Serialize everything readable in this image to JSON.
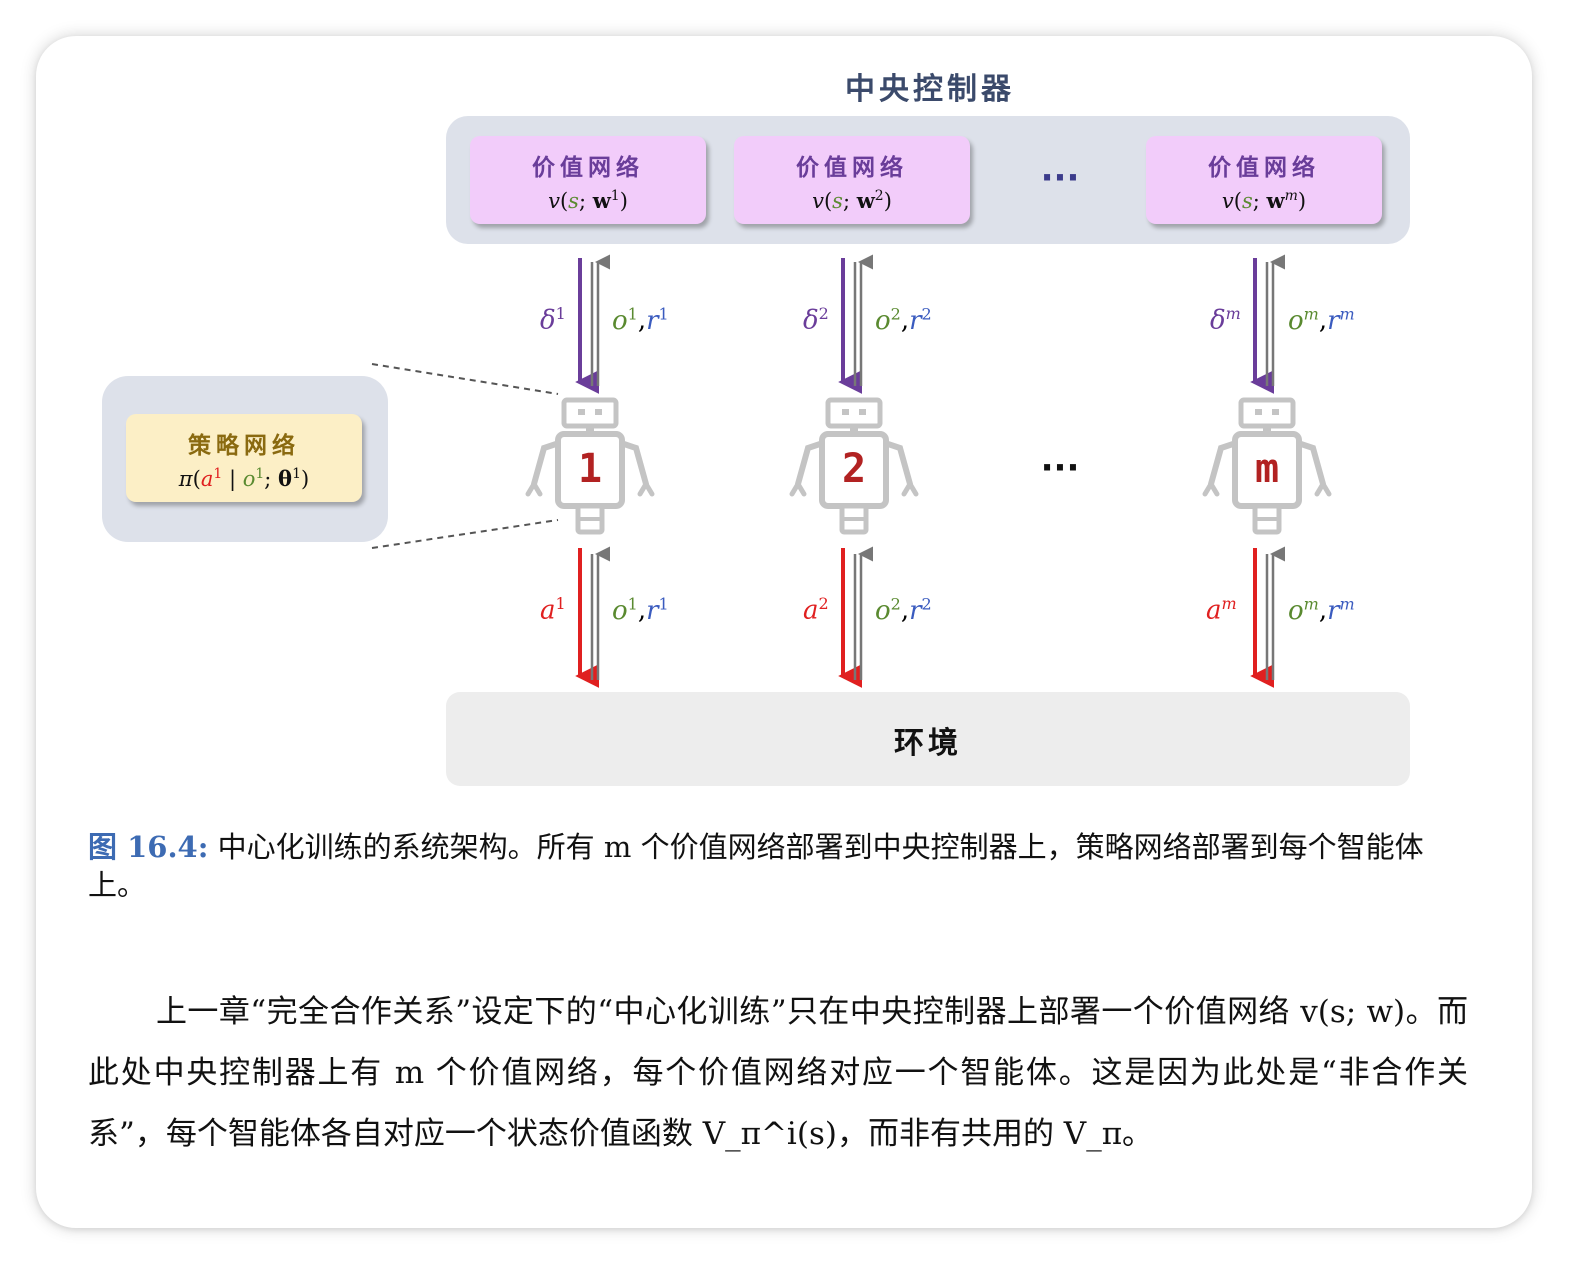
{
  "figure": {
    "central_title": "中央控制器",
    "value_networks": [
      {
        "label": "价值网络",
        "formula": "v(s; w¹)",
        "w_sup": "1"
      },
      {
        "label": "价值网络",
        "formula": "v(s; w²)",
        "w_sup": "2"
      },
      {
        "label": "价值网络",
        "formula": "v(s; wᵐ)",
        "w_sup": "m"
      }
    ],
    "ellipsis": "···",
    "policy_network": {
      "label": "策略网络",
      "formula": "π(a¹ | o¹; θ¹)"
    },
    "agents": [
      {
        "number": "1",
        "delta": "δ¹",
        "obs_reward": "o¹, r¹",
        "action": "a¹",
        "sup": "1"
      },
      {
        "number": "2",
        "delta": "δ²",
        "obs_reward": "o², r²",
        "action": "a²",
        "sup": "2"
      },
      {
        "number": "m",
        "delta": "δᵐ",
        "obs_reward": "oᵐ, rᵐ",
        "action": "aᵐ",
        "sup": "m"
      }
    ],
    "environment": "环境",
    "colors": {
      "value_box": "#f2ccfa",
      "policy_box": "#fcefc6",
      "panel": "#dde1ea",
      "env": "#ededed",
      "delta_arrow": "#6a3d9a",
      "action_arrow": "#e02020",
      "up_arrow": "#777777",
      "robot": "#c8c8c8",
      "robot_number": "#b22222"
    }
  },
  "caption": {
    "figure_label": "图 16.4:",
    "text": "中心化训练的系统架构。所有 m 个价值网络部署到中央控制器上，策略网络部署到每个智能体上。"
  },
  "paragraph": {
    "text": "上一章“完全合作关系”设定下的“中心化训练”只在中央控制器上部署一个价值网络 v(s; w)。而此处中央控制器上有 m 个价值网络，每个价值网络对应一个智能体。这是因为此处是“非合作关系”，每个智能体各自对应一个状态价值函数 V_π^i(s)，而非有共用的 V_π。"
  }
}
